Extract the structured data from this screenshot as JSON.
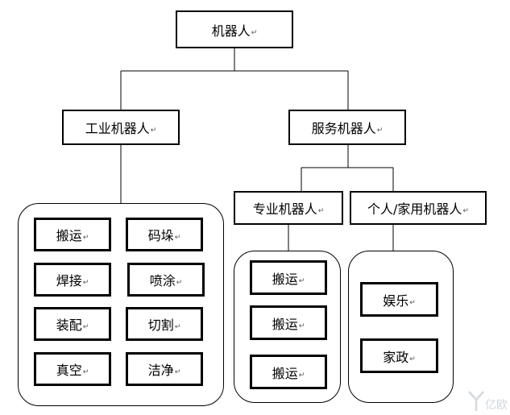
{
  "root": {
    "label": "机器人"
  },
  "industrial": {
    "label": "工业机器人",
    "items": [
      "搬运",
      "码垛",
      "焊接",
      "喷涂",
      "装配",
      "切割",
      "真空",
      "洁净"
    ]
  },
  "service": {
    "label": "服务机器人"
  },
  "professional": {
    "label": "专业机器人",
    "items": [
      "搬运",
      "搬运",
      "搬运"
    ]
  },
  "personal": {
    "label": "个人/家用机器人",
    "items": [
      "娱乐",
      "家政"
    ]
  },
  "paragraph_mark": "↵",
  "watermark": {
    "text": "亿欧"
  }
}
